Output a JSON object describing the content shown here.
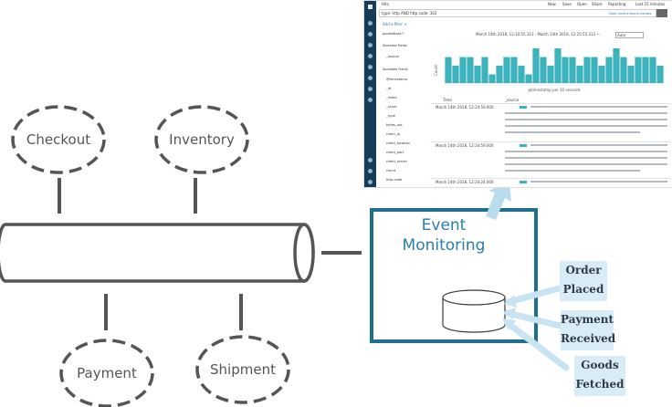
{
  "services": {
    "checkout": "Checkout",
    "inventory": "Inventory",
    "payment": "Payment",
    "shipment": "Shipment"
  },
  "event_monitoring": {
    "title_line1": "Event",
    "title_line2": "Monitoring"
  },
  "events": [
    {
      "line1": "Order",
      "line2": "Placed"
    },
    {
      "line1": "Payment",
      "line2": "Received"
    },
    {
      "line1": "Goods",
      "line2": "Fetched"
    }
  ],
  "kibana": {
    "app_title": "Hits",
    "menu": [
      "New",
      "Save",
      "Open",
      "Share",
      "Reporting",
      "Last 15 minutes"
    ],
    "query": "type: http AND http.code: 302",
    "add_filter": "Add a filter +",
    "lucene_link": "Uses lucene query syntax",
    "index_pattern": "packetbeat-*",
    "selected_fields_label": "Selected Fields",
    "source_field": "_source",
    "available_fields_label": "Available Fields",
    "fields": [
      "@timestamp",
      "_id",
      "_index",
      "_score",
      "_type",
      "bytes_out",
      "client_ip",
      "client_location",
      "client_port",
      "client_server",
      "count",
      "http.code"
    ],
    "time_range": "March 14th 2018, 12:10:55.313 - March 14th 2018, 12:25:55.313 —",
    "interval": "Auto",
    "y_axis_label": "Count",
    "x_axis_label": "@timestamp per 30 seconds",
    "histogram": [
      3,
      2,
      3,
      3,
      2,
      3,
      1,
      2,
      3,
      3,
      2,
      1,
      4,
      3,
      2,
      4,
      3,
      3,
      2,
      3,
      3,
      2,
      3,
      4,
      3,
      2,
      3,
      3,
      3,
      2
    ],
    "col_time": "Time",
    "col_source": "_source",
    "row_times": [
      "March 14th 2018, 12:24:59.000",
      "March 14th 2018, 12:24:59.000",
      "March 14th 2018, 12:24:24.000"
    ]
  },
  "colors": {
    "line": "#555555",
    "accent": "#2a7fa8",
    "note_bg": "#d8ecf7",
    "kibana_sidebar": "#153c58",
    "kibana_bar": "#3cb3bc"
  }
}
